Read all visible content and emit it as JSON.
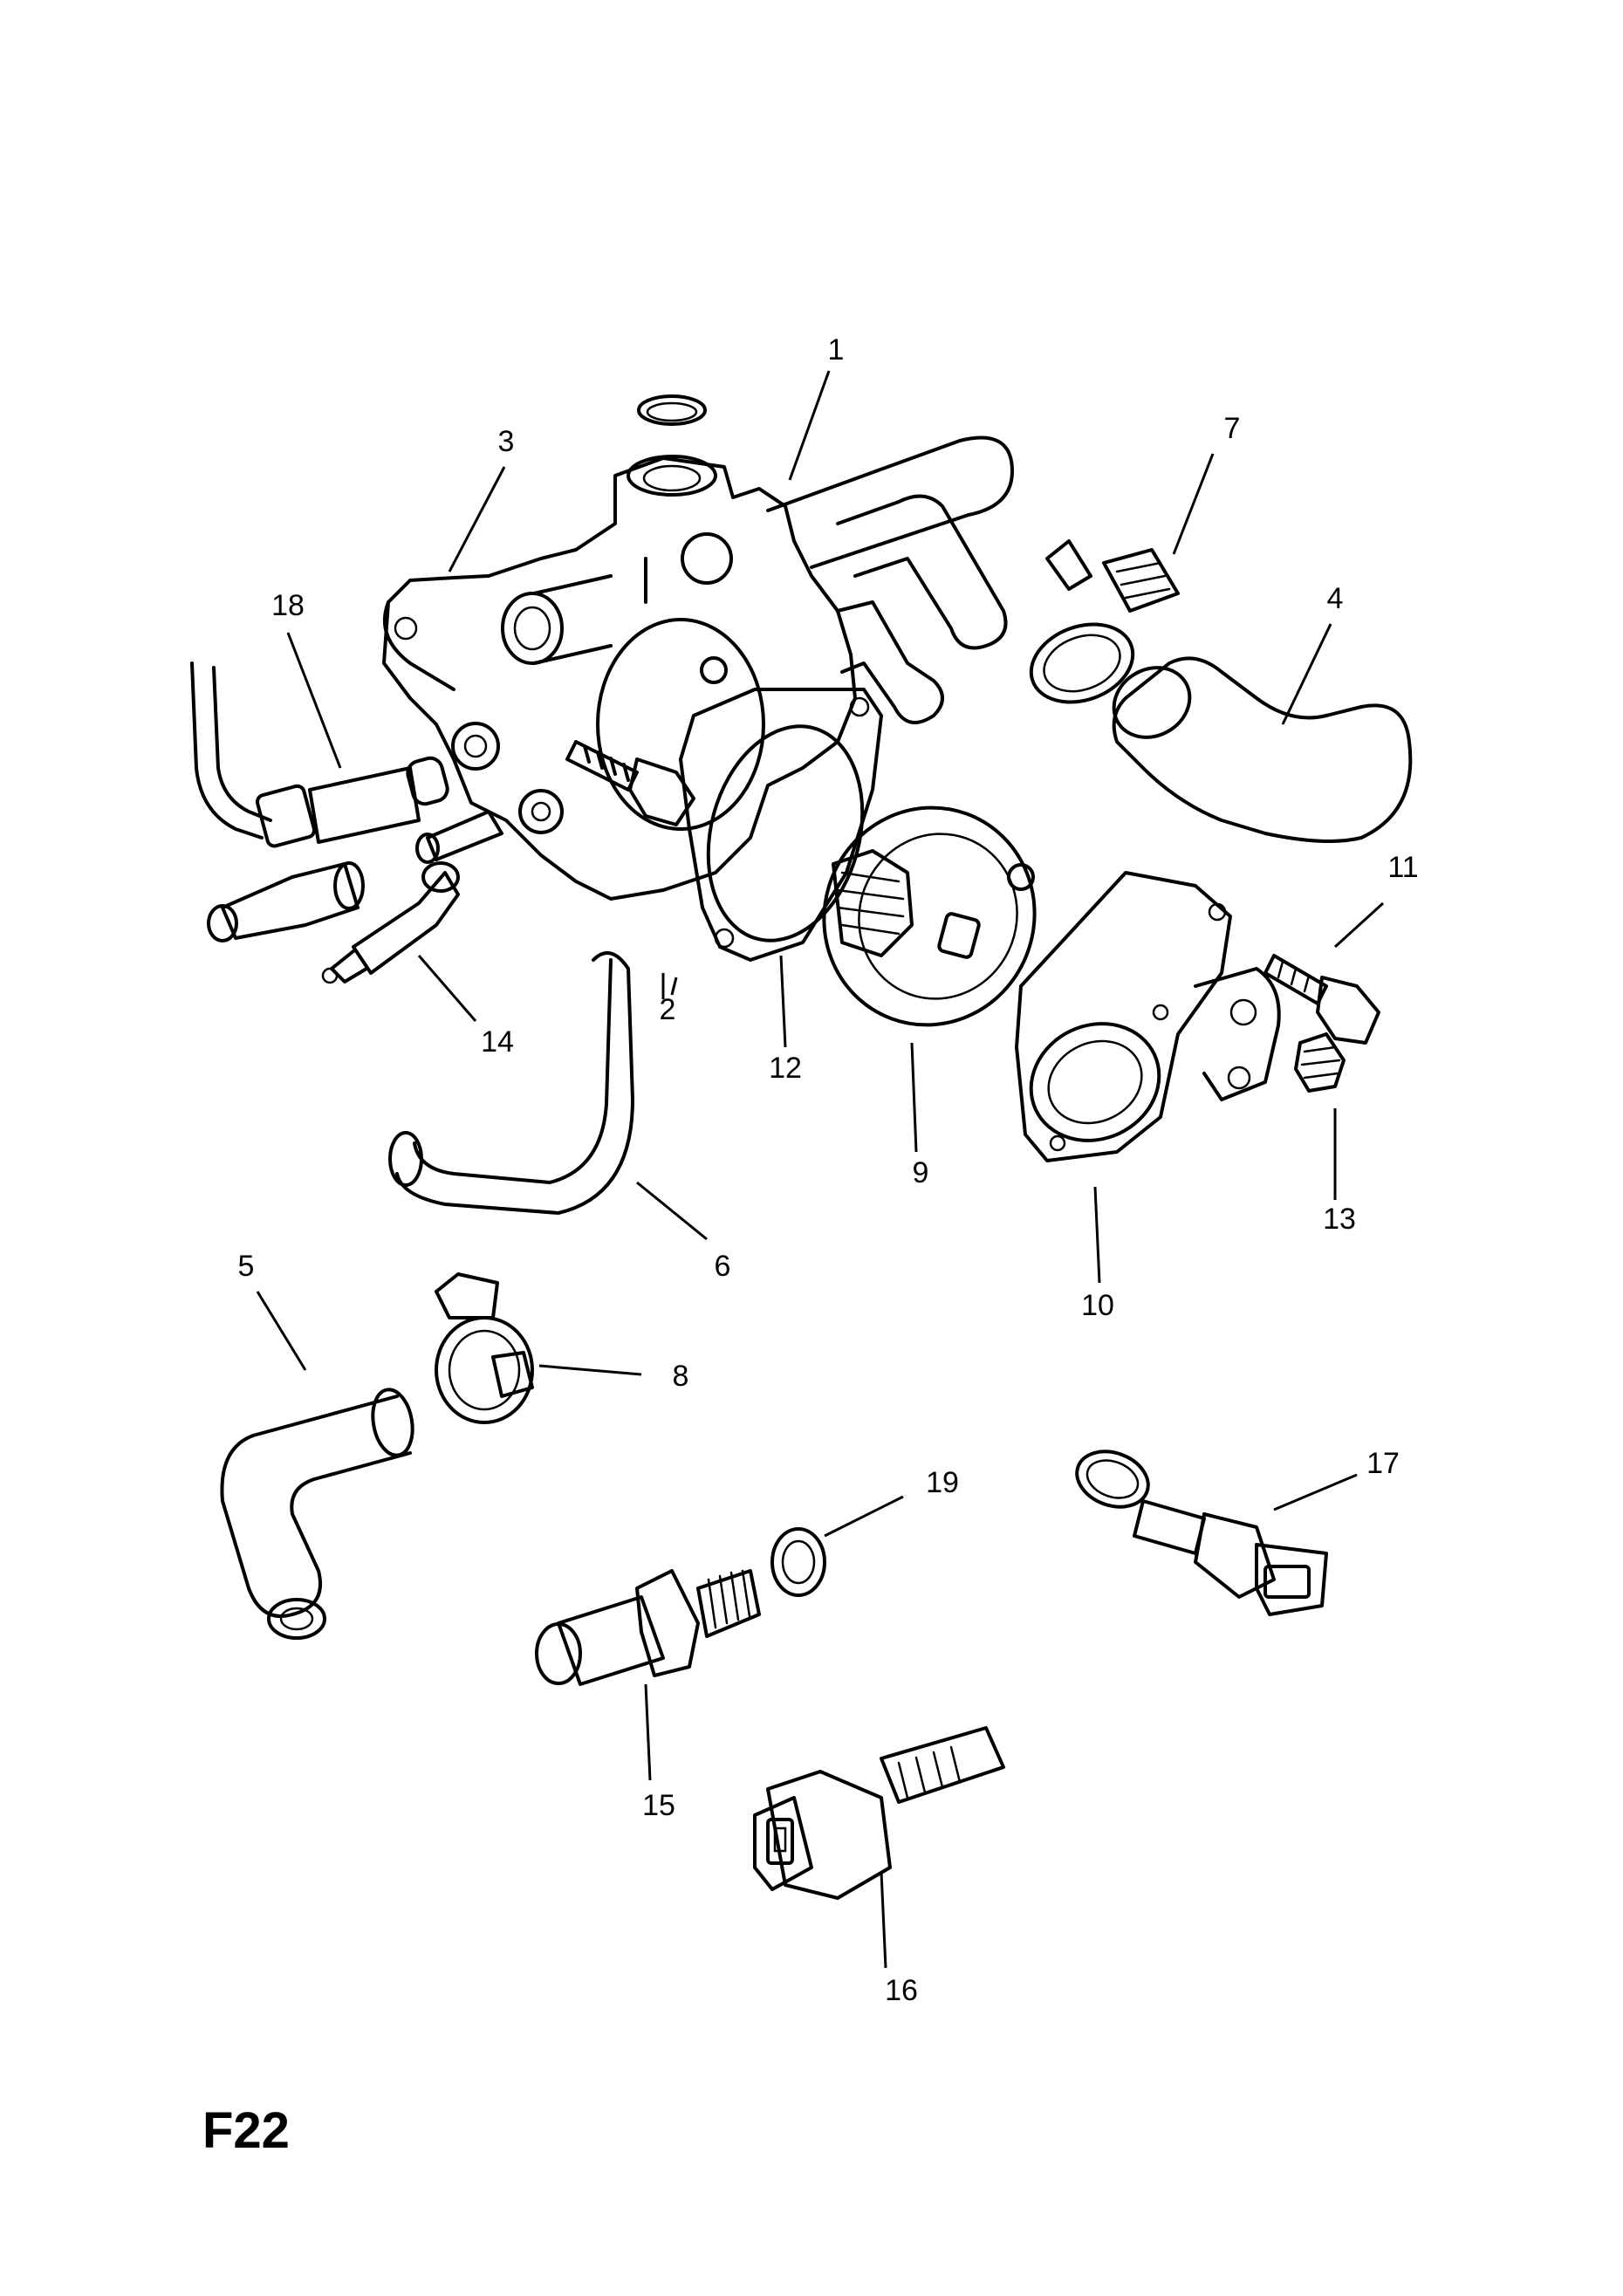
{
  "page_ref": "F22",
  "callouts": {
    "c1": "1",
    "c2": "2",
    "c3": "3",
    "c4": "4",
    "c5": "5",
    "c6": "6",
    "c7": "7",
    "c8": "8",
    "c9": "9",
    "c10": "10",
    "c11": "11",
    "c12": "12",
    "c13": "13",
    "c14": "14",
    "c15": "15",
    "c16": "16",
    "c17": "17",
    "c18": "18",
    "c19": "19"
  }
}
